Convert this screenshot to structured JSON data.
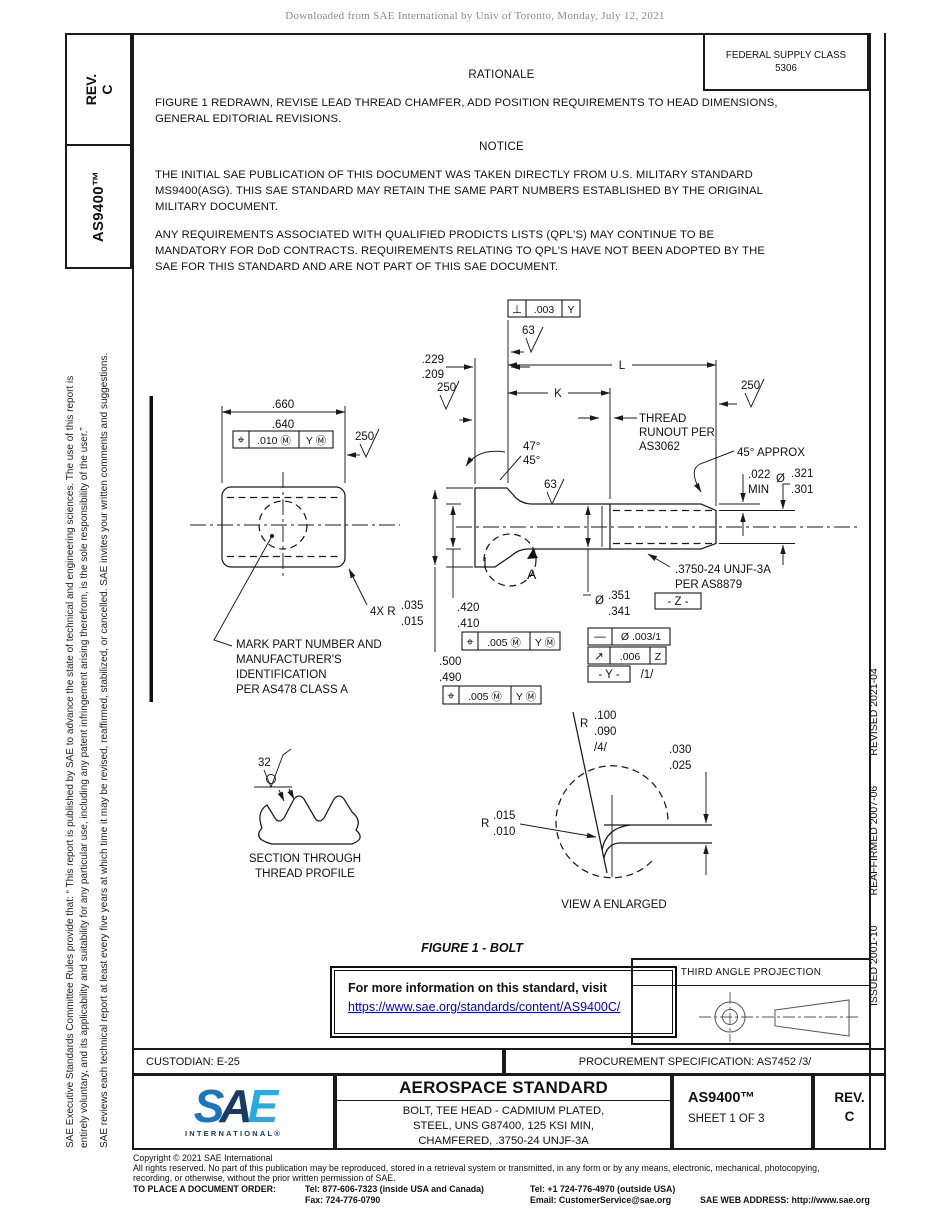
{
  "page": {
    "watermark": "Downloaded from SAE International by Univ of Toronto, Monday, July 12, 2021",
    "colors": {
      "link_blue": "#0000dd",
      "sae_blue_s": "#1b75bc",
      "sae_blue_a": "#173a66",
      "sae_blue_e": "#29abe2",
      "line": "#1a1a1a"
    }
  },
  "left_margin": {
    "rev_label": "REV.",
    "rev_value": "C",
    "doc_number": "AS9400™",
    "disclaimer_line1": "SAE Executive Standards Committee Rules provide that: “ This report is published by SAE to advance the state of technical and engineering sciences. The use of this report is",
    "disclaimer_line2": "entirely voluntary, and its applicability and suitability for any particular use, including any patent infringement arising therefrom, is the sole responsibility of the user.”",
    "disclaimer_line3": "SAE reviews each technical report at least every five years at which time it may be revised, reaffirmed, stabilized, or cancelled. SAE invites your written comments and suggestions."
  },
  "right_margin": {
    "issued": "ISSUED 2001-10",
    "reaffirmed": "REAFFIRMED 2007-06",
    "revised": "REVISED 2021-04"
  },
  "fsc_box": {
    "label": "FEDERAL SUPPLY CLASS",
    "value": "5306"
  },
  "rationale": {
    "title": "RATIONALE",
    "line1": "FIGURE 1 REDRAWN, REVISE LEAD THREAD CHAMFER, ADD POSITION REQUIREMENTS TO HEAD DIMENSIONS,",
    "line2": "GENERAL EDITORIAL REVISIONS."
  },
  "notice": {
    "title": "NOTICE",
    "p1_line1": "THE INITIAL SAE PUBLICATION OF THIS DOCUMENT WAS TAKEN DIRECTLY FROM U.S. MILITARY STANDARD",
    "p1_line2": "MS9400(ASG). THIS SAE STANDARD MAY RETAIN THE SAME PART NUMBERS ESTABLISHED BY THE ORIGINAL",
    "p1_line3": "MILITARY DOCUMENT.",
    "p2_line1": "ANY REQUIREMENTS ASSOCIATED WITH QUALIFIED PRODICTS LISTS (QPL'S) MAY CONTINUE TO BE",
    "p2_line2": "MANDATORY FOR DoD CONTRACTS. REQUIREMENTS RELATING TO QPL'S HAVE NOT BEEN ADOPTED BY THE",
    "p2_line3": "SAE FOR THIS STANDARD AND ARE NOT PART OF THIS SAE DOCUMENT."
  },
  "figure": {
    "caption": "FIGURE 1 - BOLT",
    "view_a_title": "VIEW A ENLARGED",
    "section_label_1": "SECTION THROUGH",
    "section_label_2": "THREAD PROFILE",
    "detail_letter": "A",
    "dim_L": "L",
    "dim_K": "K",
    "dim_229_hi": ".229",
    "dim_229_lo": ".209",
    "dim_660_hi": ".660",
    "dim_660_lo": ".640",
    "dim_420_hi": ".420",
    "dim_420_lo": ".410",
    "dim_500_hi": ".500",
    "dim_500_lo": ".490",
    "dia_351_sym": "Ø",
    "dia_351_hi": ".351",
    "dia_351_lo": ".341",
    "dia_321_sym": "Ø",
    "dia_321_hi": ".321",
    "dia_321_lo": ".301",
    "dim_022": ".022",
    "dim_022_min": "MIN",
    "dim_030_hi": ".030",
    "dim_030_lo": ".025",
    "r100_r": "R",
    "r100_hi": ".100",
    "r100_lo": ".090",
    "r100_note": "/4/",
    "r015_r": "R",
    "r015_hi": ".015",
    "r015_lo": ".010",
    "radius_4x_label": "4X R",
    "radius_4x_hi": ".035",
    "radius_4x_lo": ".015",
    "angle_47": "47°",
    "angle_45": "45°",
    "angle_45_approx": "45° APPROX",
    "finish_250_left": "250",
    "finish_250_head": "250",
    "finish_250_right": "250",
    "finish_63_top": "63",
    "finish_63_mid": "63",
    "finish_32": "32",
    "fcf_perp": [
      "⊥",
      ".003",
      "Y"
    ],
    "fcf_head": [
      "⌖",
      ".010 Ⓜ",
      "Y Ⓜ"
    ],
    "fcf_420": [
      "⌖",
      ".005 Ⓜ",
      "Y Ⓜ"
    ],
    "fcf_500": [
      "⌖",
      ".005 Ⓜ",
      "Y Ⓜ"
    ],
    "fcf_straightness": [
      "—",
      "Ø .003/1"
    ],
    "fcf_runout": [
      "↗",
      ".006",
      "Z"
    ],
    "datum_y": "- Y -",
    "datum_z": "- Z -",
    "note_1": "/1/",
    "thread_runout_note": [
      "THREAD",
      "RUNOUT PER",
      "AS3062"
    ],
    "thread_spec_1": ".3750-24 UNJF-3A",
    "thread_spec_2": "PER AS8879",
    "mark_note": [
      "MARK PART NUMBER AND",
      "MANUFACTURER'S",
      "IDENTIFICATION",
      "PER AS478 CLASS A"
    ]
  },
  "info_box": {
    "line1": "For more information on this standard, visit",
    "link": "https://www.sae.org/standards/content/AS9400C/"
  },
  "projection_box": {
    "label": "THIRD ANGLE PROJECTION"
  },
  "admin_row": {
    "custodian": "CUSTODIAN: E-25",
    "procurement": "PROCUREMENT SPECIFICATION: AS7452 /3/"
  },
  "title_block": {
    "logo_s": "S",
    "logo_a": "A",
    "logo_e": "E",
    "logo_sub": "INTERNATIONAL®",
    "doc_type": "AEROSPACE STANDARD",
    "title_line1": "BOLT, TEE HEAD - CADMIUM PLATED,",
    "title_line2": "STEEL, UNS G87400, 125 KSI MIN,",
    "title_line3": "CHAMFERED, .3750-24 UNJF-3A",
    "doc_number": "AS9400™",
    "sheet": "SHEET 1 OF 3",
    "rev_label": "REV.",
    "rev_value": "C"
  },
  "footer": {
    "copyright": "Copyright © 2021 SAE International",
    "rights_line1": "All rights reserved. No part of this publication may be reproduced, stored in a retrieval system or transmitted, in any form or by any means, electronic, mechanical, photocopying,",
    "rights_line2": "recording, or otherwise, without the prior written permission of SAE.",
    "order_label": "TO PLACE A DOCUMENT ORDER:",
    "tel_inside": "Tel: 877-606-7323 (inside USA and Canada)",
    "tel_outside": "Tel: +1 724-776-4970 (outside USA)",
    "fax": "Fax: 724-776-0790",
    "email": "Email: CustomerService@sae.org",
    "web": "SAE WEB ADDRESS: http://www.sae.org"
  }
}
